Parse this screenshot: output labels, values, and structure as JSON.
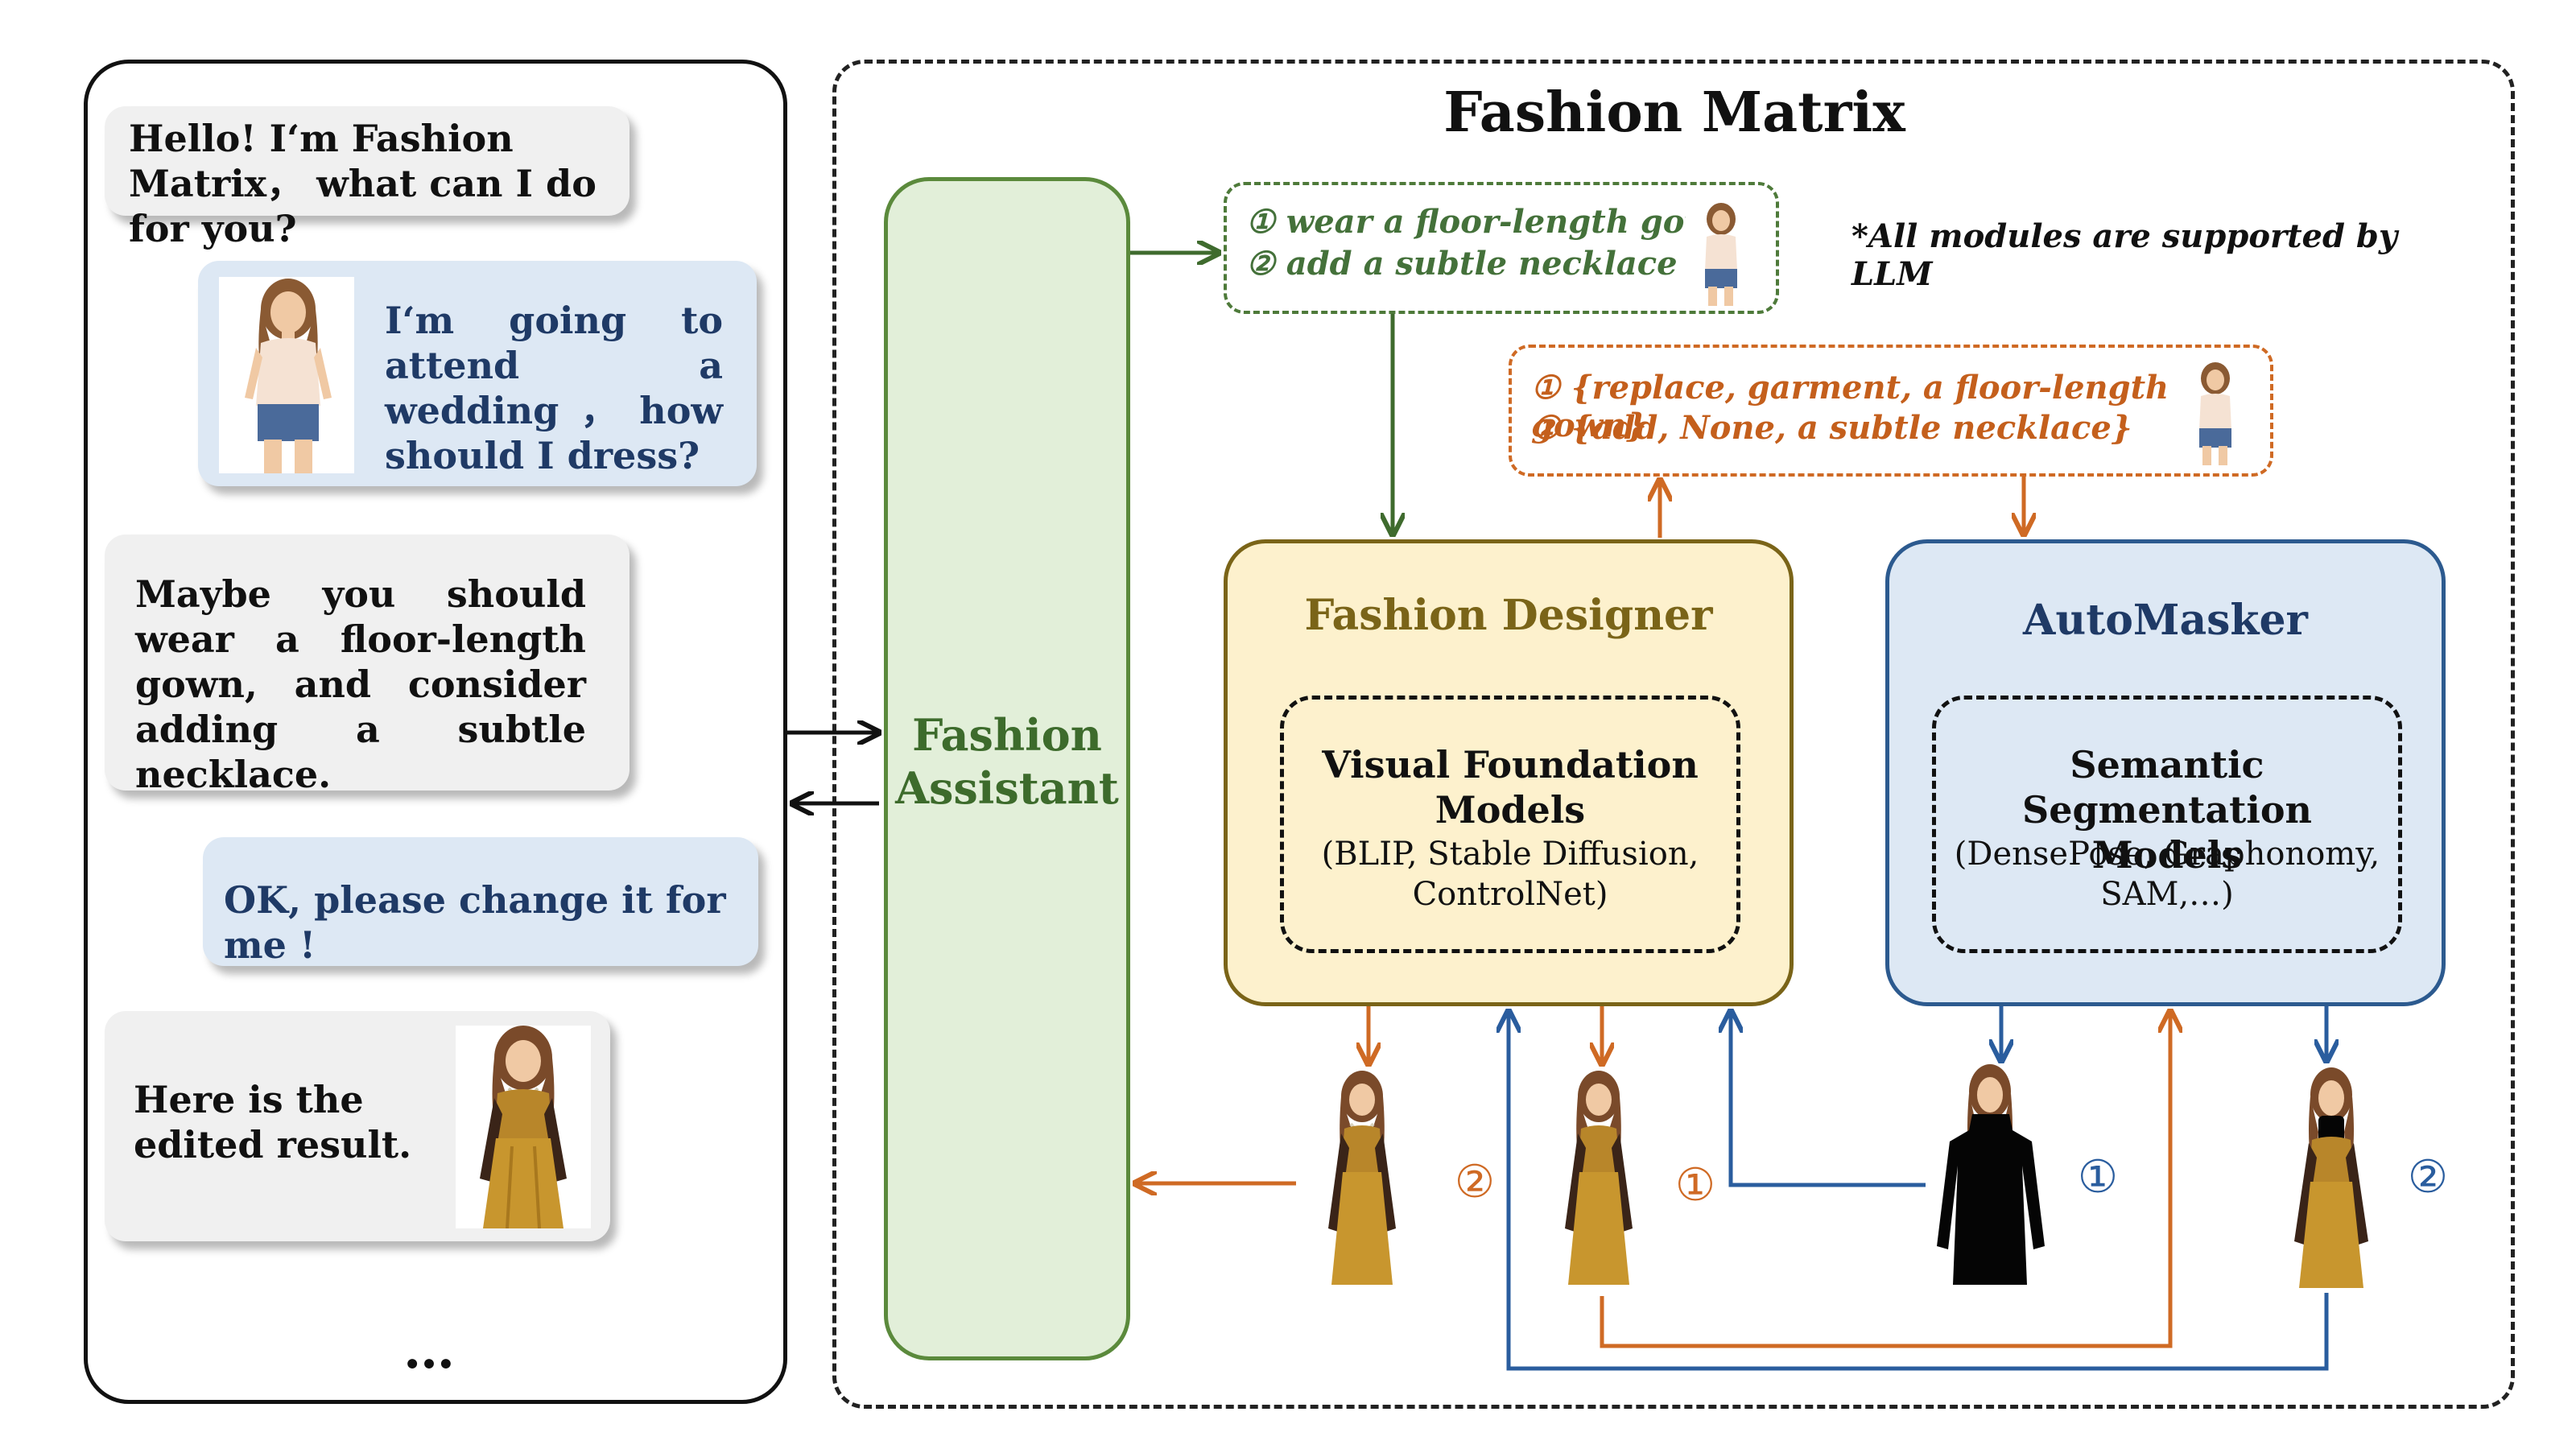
{
  "chat": {
    "messages": [
      {
        "role": "assistant",
        "text": "Hello! I‘m Fashion Matrix， what can I do for you?"
      },
      {
        "role": "user",
        "text": "I‘m going to attend a wedding，how should I dress?",
        "has_image": true
      },
      {
        "role": "assistant",
        "text": "Maybe you should wear a floor-length gown, and consider adding a subtle necklace."
      },
      {
        "role": "user",
        "text": "OK, please change it for me !"
      },
      {
        "role": "assistant",
        "text": "Here is the edited result.",
        "has_image": true
      }
    ],
    "more": "…"
  },
  "diagram": {
    "title": "Fashion Matrix",
    "note": "*All modules are supported by LLM",
    "assistant": {
      "line1": "Fashion",
      "line2": "Assistant"
    },
    "plan": {
      "step1": "① wear a floor-length gown",
      "step2": "② add a subtle necklace"
    },
    "commands": {
      "cmd1": "① {replace, garment, a floor-length gown}",
      "cmd2": "② {add, None, a subtle necklace}"
    },
    "designer": {
      "title": "Fashion Designer",
      "inner_title_1": "Visual Foundation",
      "inner_title_2": "Models",
      "inner_sub_1": "(BLIP, Stable Diffusion,",
      "inner_sub_2": "ControlNet)"
    },
    "automasker": {
      "title": "AutoMasker",
      "inner_title_1": "Semantic Segmentation",
      "inner_title_2": "Models",
      "inner_sub_1": "(DensePose, Graphonomy,",
      "inner_sub_2": "SAM,…)"
    },
    "step_labels": {
      "result2": "②",
      "result1": "①",
      "mask1": "①",
      "mask2": "②"
    }
  },
  "colors": {
    "green": "#4e7a3a",
    "orange": "#cf6a24",
    "blue": "#2a5d9e",
    "designer_fill": "#fdf1cd",
    "automasker_fill": "#dde8f4",
    "assistant_fill": "#e2efd9"
  }
}
